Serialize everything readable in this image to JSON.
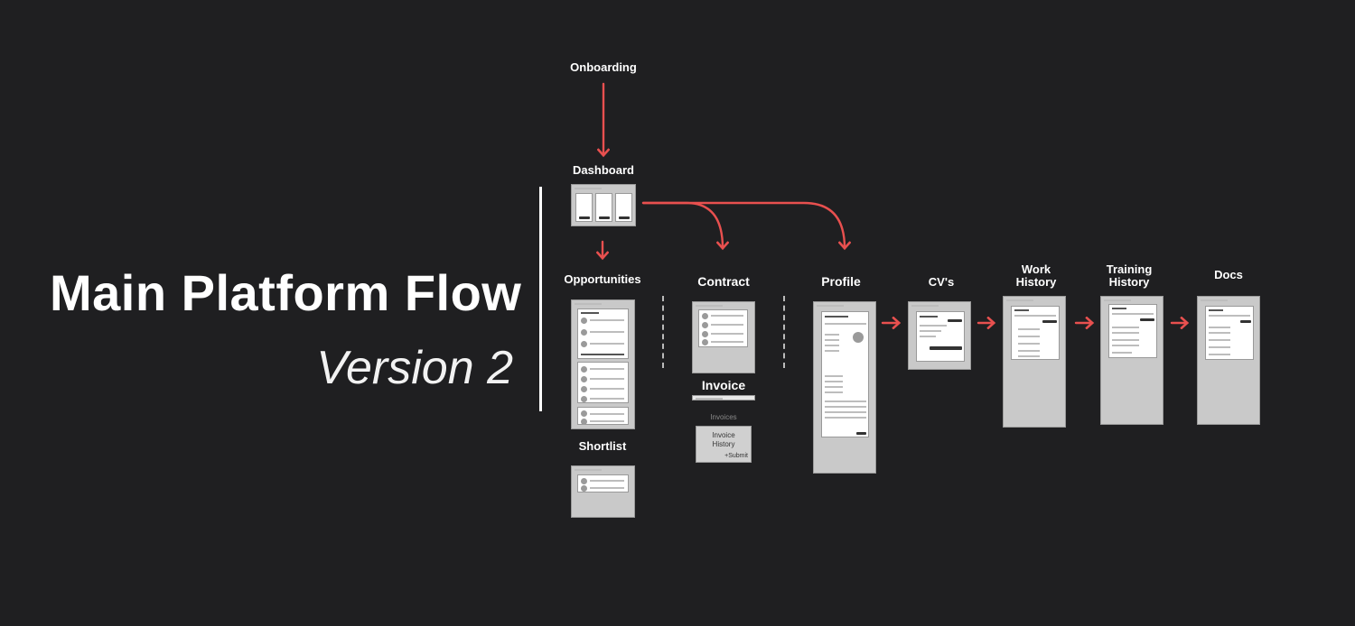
{
  "title": "Main Platform Flow",
  "subtitle": "Version 2",
  "nodes": {
    "onboarding": "Onboarding",
    "dashboard": "Dashboard",
    "opportunities": "Opportunities",
    "shortlist": "Shortlist",
    "contract": "Contract",
    "invoice": "Invoice",
    "profile": "Profile",
    "cvs": "CV's",
    "work_history": "Work\nHistory",
    "training_history": "Training\nHistory",
    "docs": "Docs"
  },
  "invoice_card": {
    "caption": "Invoices",
    "title": "Invoice\nHistory",
    "submit": "+Submit"
  },
  "colors": {
    "background": "#1f1f21",
    "arrow": "#e8504f",
    "text": "#ffffff",
    "wireframe": "#c9c9c9"
  }
}
